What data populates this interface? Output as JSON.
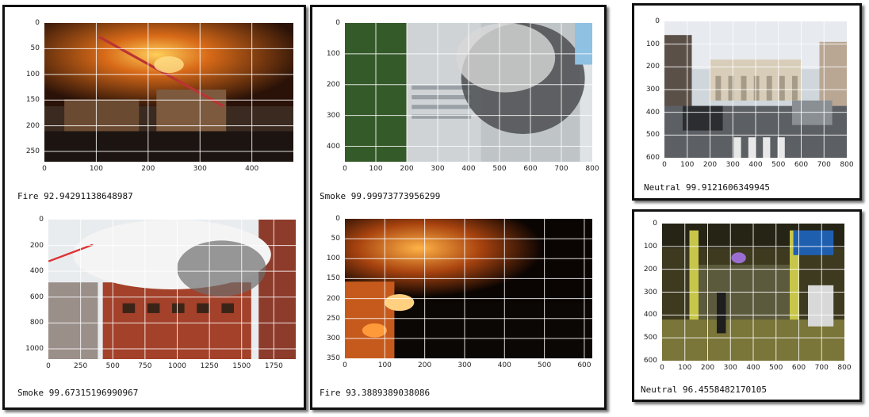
{
  "panels": [
    {
      "cells": [
        {
          "caption": "Fire 92.94291138648987",
          "xticks": [
            "0",
            "100",
            "200",
            "300",
            "400"
          ],
          "yticks": [
            "0",
            "50",
            "100",
            "150",
            "200",
            "250"
          ],
          "scene": "fire-night"
        },
        {
          "caption": "Smoke 99.67315196990967",
          "xticks": [
            "0",
            "250",
            "500",
            "750",
            "1000",
            "1250",
            "1500",
            "1750"
          ],
          "yticks": [
            "0",
            "200",
            "400",
            "600",
            "800",
            "1000"
          ],
          "scene": "smoke-brick"
        }
      ]
    },
    {
      "cells": [
        {
          "caption": "Smoke 99.99973773956299",
          "xticks": [
            "0",
            "100",
            "200",
            "300",
            "400",
            "500",
            "600",
            "700",
            "800"
          ],
          "yticks": [
            "0",
            "100",
            "200",
            "300",
            "400"
          ],
          "scene": "smoke-building"
        },
        {
          "caption": "Fire 93.3889389038086",
          "xticks": [
            "0",
            "100",
            "200",
            "300",
            "400",
            "500",
            "600"
          ],
          "yticks": [
            "0",
            "50",
            "100",
            "150",
            "200",
            "250",
            "300",
            "350"
          ],
          "scene": "fire-dark"
        }
      ]
    },
    {
      "cells": [
        {
          "caption": "Neutral 99.9121606349945",
          "xticks": [
            "0",
            "100",
            "200",
            "300",
            "400",
            "500",
            "600",
            "700",
            "800"
          ],
          "yticks": [
            "0",
            "100",
            "200",
            "300",
            "400",
            "500",
            "600"
          ],
          "scene": "street"
        }
      ]
    },
    {
      "cells": [
        {
          "caption": "Neutral 96.4558482170105",
          "xticks": [
            "0",
            "100",
            "200",
            "300",
            "400",
            "500",
            "600",
            "700",
            "800"
          ],
          "yticks": [
            "0",
            "100",
            "200",
            "300",
            "400",
            "500",
            "600"
          ],
          "scene": "mall"
        }
      ]
    }
  ]
}
